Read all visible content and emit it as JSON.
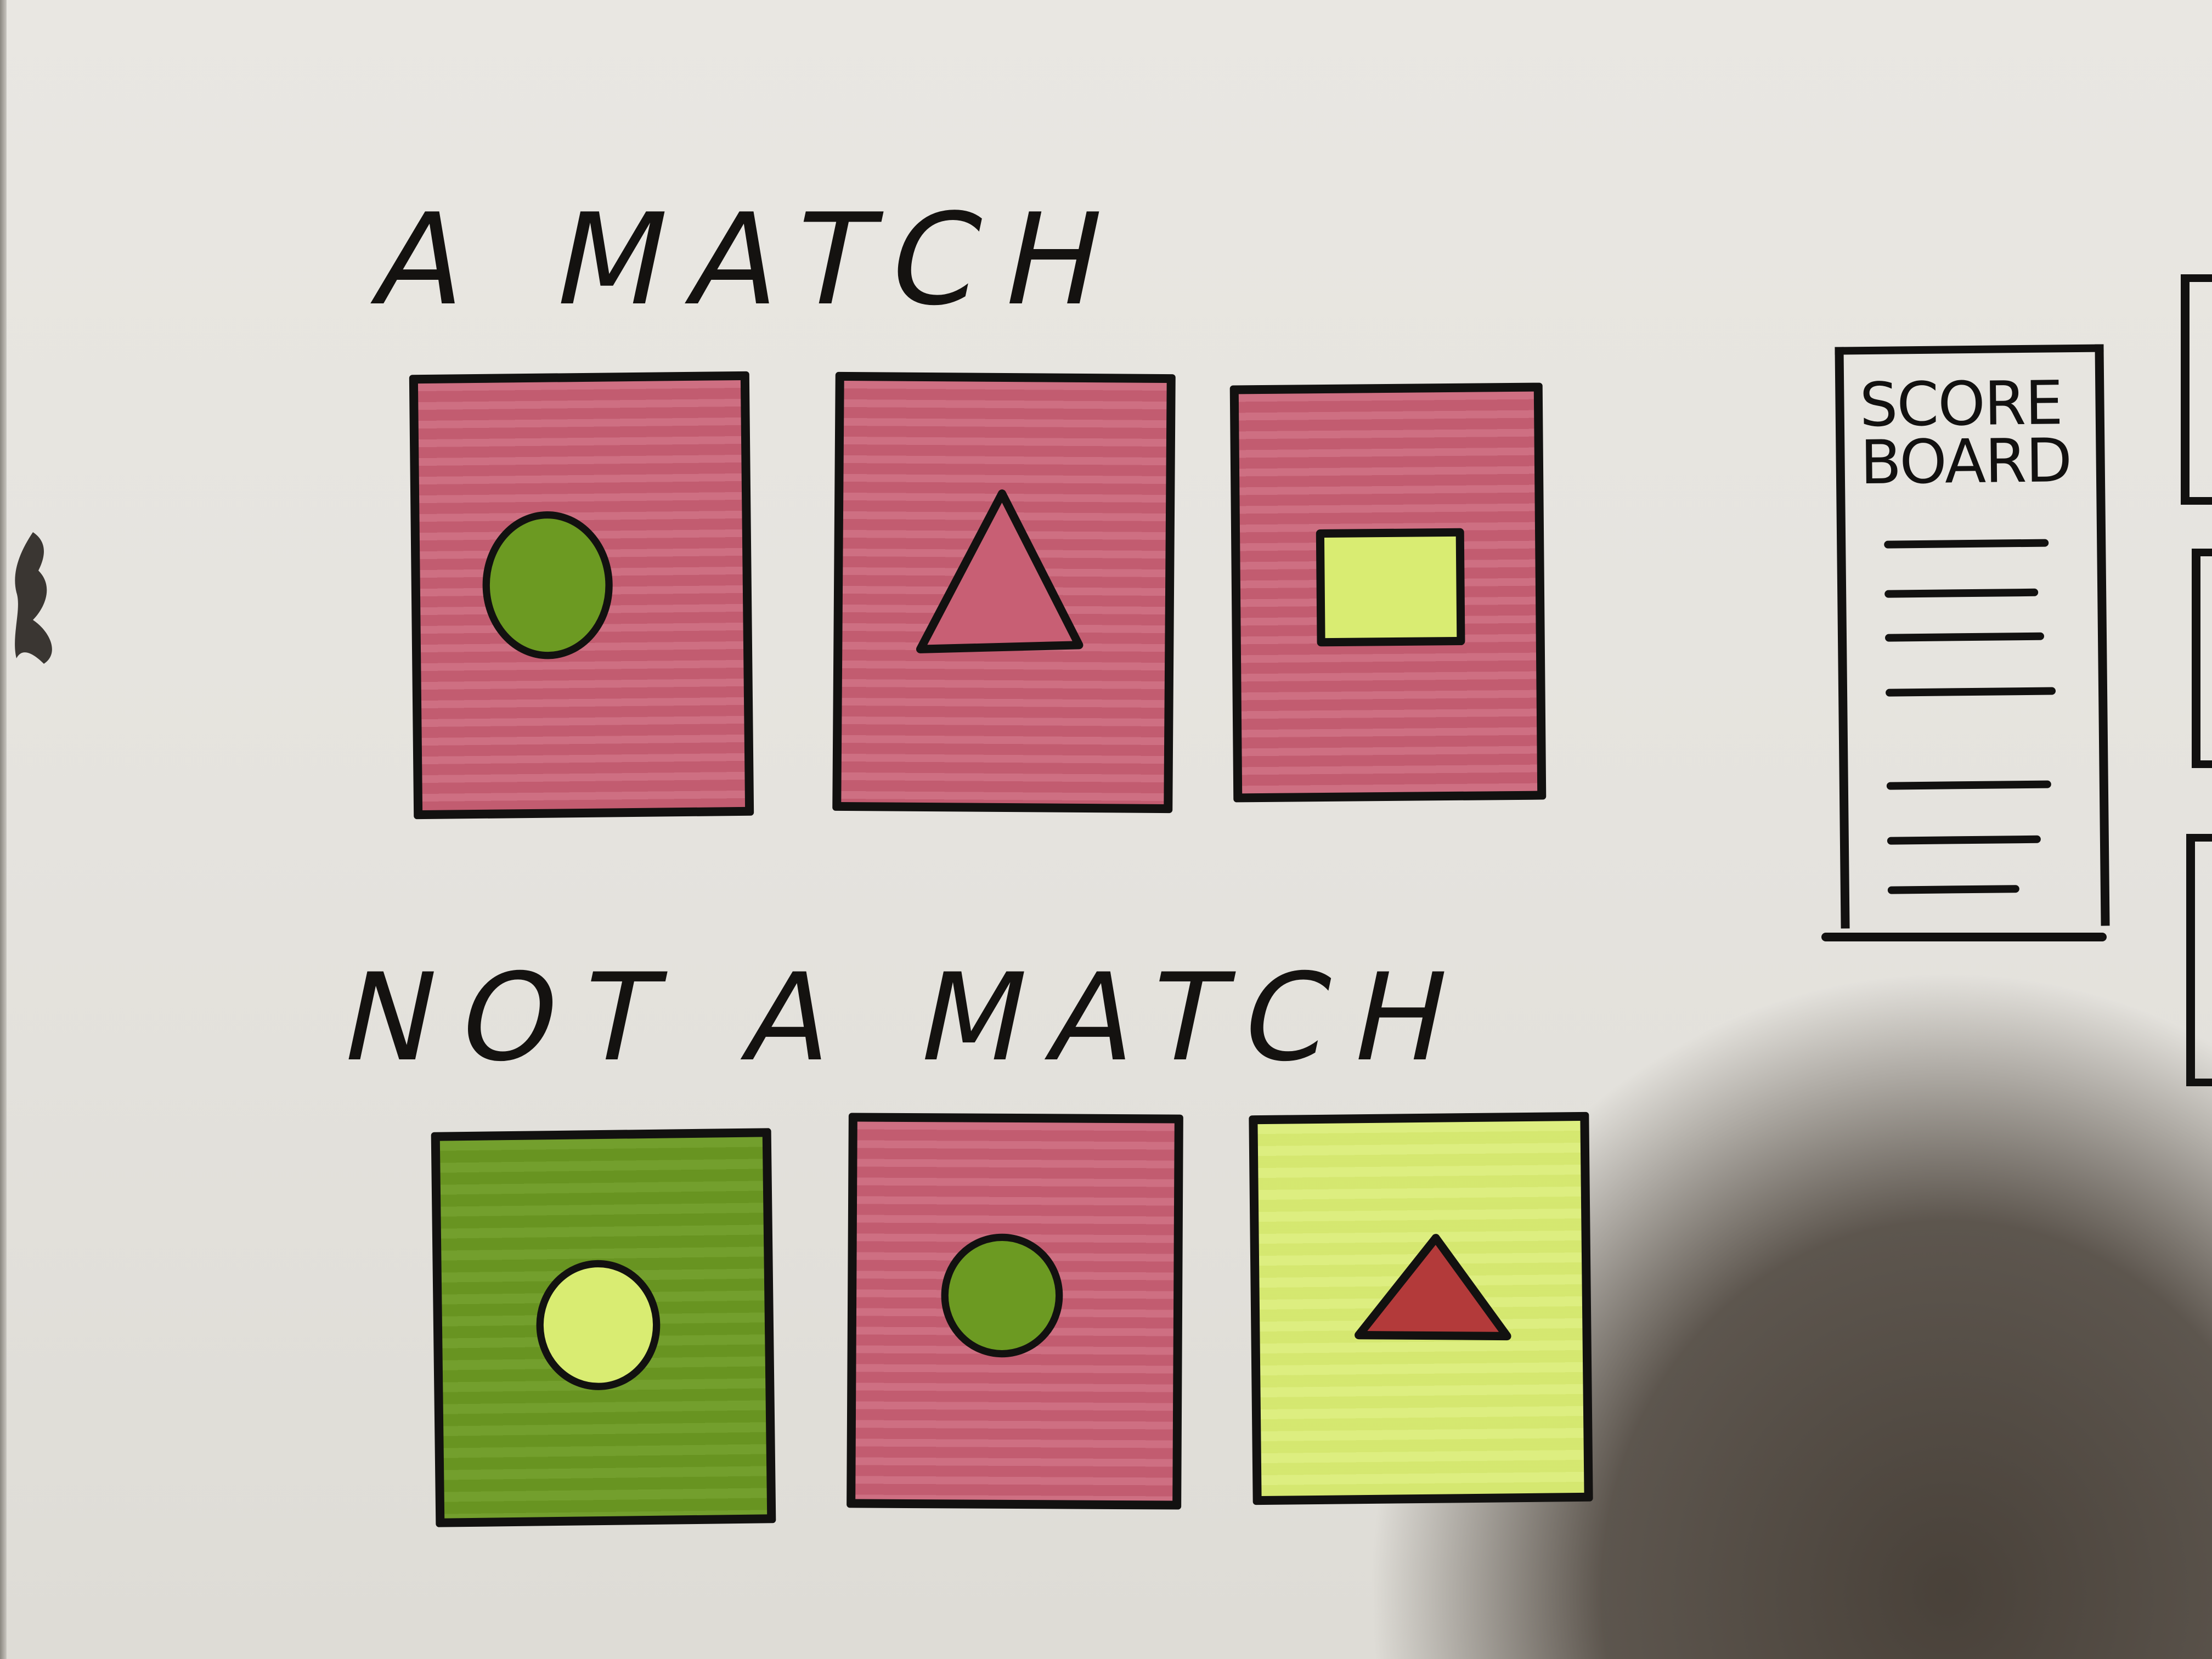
{
  "labels": {
    "match": "A MATCH",
    "not_match": "NOT A MATCH",
    "scoreboard": "SCORE\nBOARD"
  },
  "cards": {
    "match_row": [
      {
        "card_color": "pink",
        "shape": "circle",
        "shape_color": "green"
      },
      {
        "card_color": "pink",
        "shape": "triangle",
        "shape_color": "pink"
      },
      {
        "card_color": "pink",
        "shape": "square",
        "shape_color": "lime"
      }
    ],
    "not_match_row": [
      {
        "card_color": "green",
        "shape": "circle",
        "shape_color": "lime"
      },
      {
        "card_color": "pink",
        "shape": "circle",
        "shape_color": "green"
      },
      {
        "card_color": "lime",
        "shape": "triangle",
        "shape_color": "red"
      }
    ]
  },
  "colors": {
    "pink": "#c85f74",
    "green": "#6c9a22",
    "lime": "#d9ec72",
    "red": "#b33a3a",
    "ink": "#121110",
    "paper": "#e7e5e0"
  }
}
